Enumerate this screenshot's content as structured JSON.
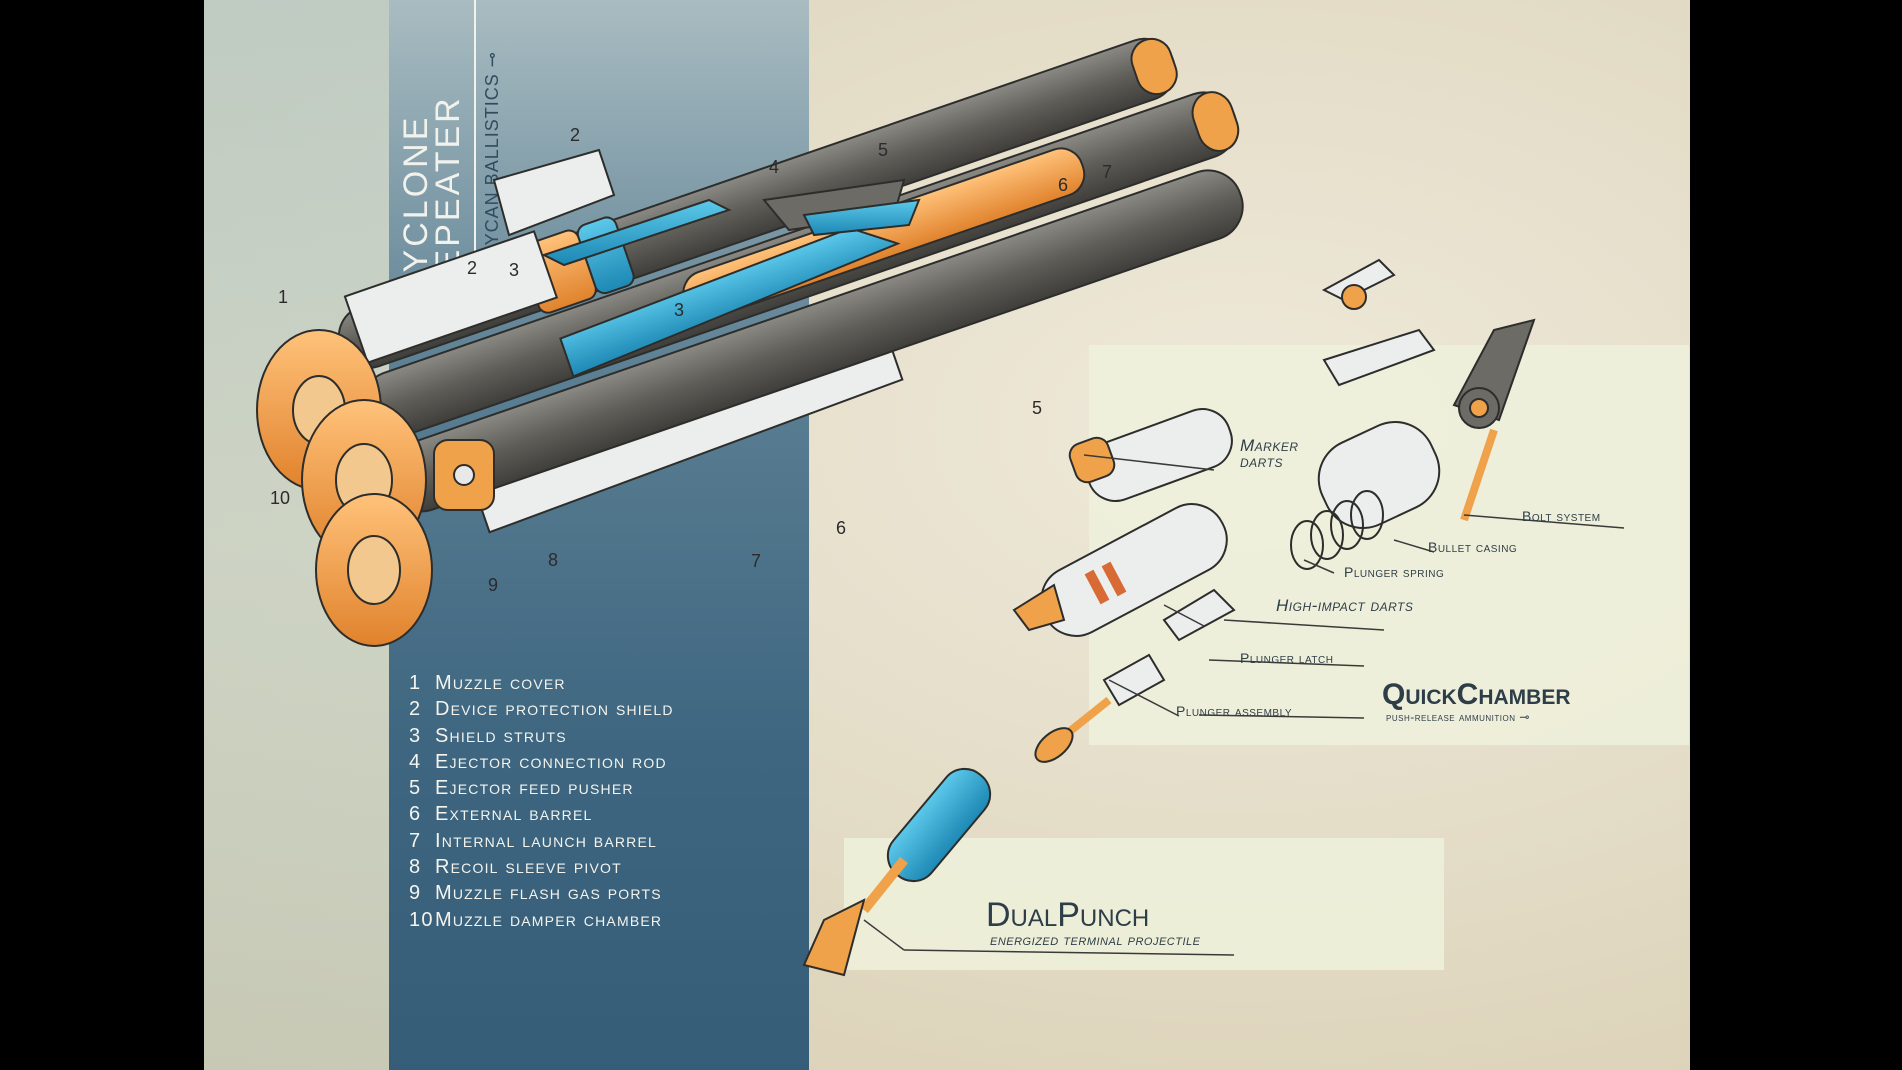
{
  "title": {
    "line1": "CYCLONE",
    "line2": "REPEATER",
    "subtitle": "LYCAN BALLISTICS"
  },
  "legend": [
    {
      "n": "1",
      "label": "Muzzle cover"
    },
    {
      "n": "2",
      "label": "Device protection shield"
    },
    {
      "n": "3",
      "label": "Shield struts"
    },
    {
      "n": "4",
      "label": "Ejector connection rod"
    },
    {
      "n": "5",
      "label": "Ejector feed pusher"
    },
    {
      "n": "6",
      "label": "External barrel"
    },
    {
      "n": "7",
      "label": "Internal launch barrel"
    },
    {
      "n": "8",
      "label": "Recoil sleeve pivot"
    },
    {
      "n": "9",
      "label": "Muzzle flash gas ports"
    },
    {
      "n": "10",
      "label": "Muzzle damper chamber"
    }
  ],
  "callouts": [
    "1",
    "2",
    "2",
    "3",
    "3",
    "4",
    "5",
    "5",
    "6",
    "6",
    "7",
    "7",
    "8",
    "9",
    "10"
  ],
  "ammo_labels": {
    "marker_darts": "Marker darts",
    "high_impact_darts": "High-impact darts",
    "plunger_latch": "Plunger latch",
    "plunger_assembly": "Plunger assembly",
    "plunger_spring": "Plunger spring",
    "bullet_casing": "Bullet casing",
    "bolt_system": "Bolt system"
  },
  "quickchamber": {
    "title": "QuickChamber",
    "subtitle": "push-release ammunition"
  },
  "dualpunch": {
    "title": "DualPunch",
    "subtitle": "energized terminal projectile"
  },
  "colors": {
    "orange": "#f0a24a",
    "blue": "#2fa9d2",
    "gray": "#6c6b66",
    "white": "#eceeee",
    "band": "#3e6680"
  }
}
